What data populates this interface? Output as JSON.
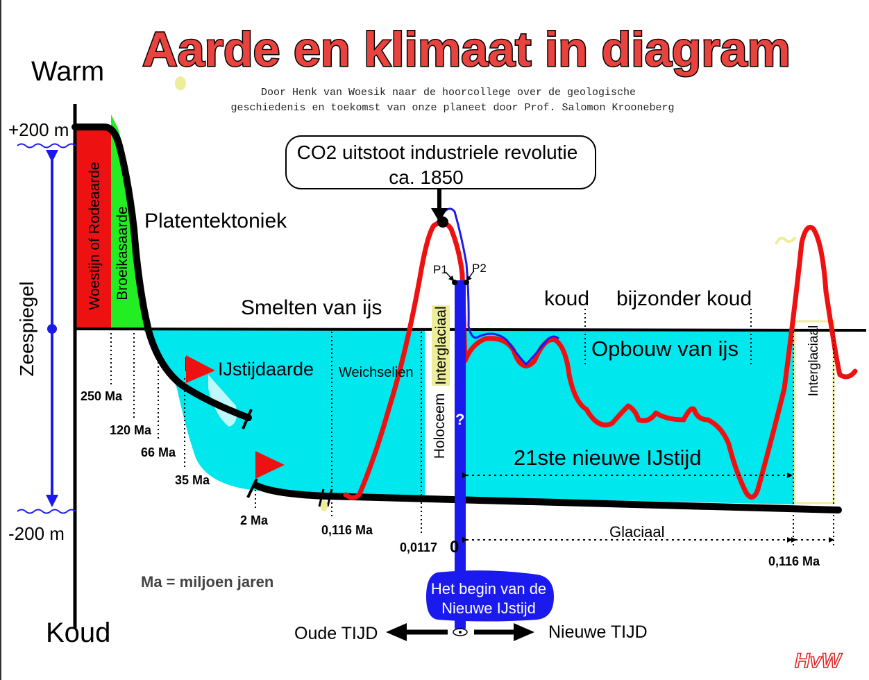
{
  "title": "Aarde en klimaat in diagram",
  "subtitle_line1": "Door Henk van Woesik naar de hoorcollege over de geologische",
  "subtitle_line2": "geschiedenis en toekomst van onze planeet door Prof. Salomon Krooneberg",
  "axis": {
    "warm": "Warm",
    "koud": "Koud",
    "plus200": "+200 m",
    "minus200": "-200 m",
    "zeespiegel": "Zeespiegel"
  },
  "callout": {
    "line1": "CO2 uitstoot industriele revolutie",
    "line2": "ca. 1850"
  },
  "labels": {
    "woestijn": "Woestijn of Rodeaarde",
    "broeikas": "Broeikasaarde",
    "platentektoniek": "Platentektoniek",
    "smelten": "Smelten van ijs",
    "ijstijdaarde": "IJstijdaarde",
    "weichselien": "Weichselien",
    "interglaciaal_left": "Interglaciaal",
    "holoceem": "Holoceem",
    "interglaciaal_right": "Interglaciaal",
    "koud": "koud",
    "bijzonder_koud": "bijzonder koud",
    "opbouw": "Opbouw van ijs",
    "nieuwe_ijstijd": "21ste nieuwe IJstijd",
    "glaciaal": "Glaciaal",
    "p1": "P1",
    "p2": "P2",
    "question": "?",
    "zero": "0",
    "begin_line1": "Het begin van de",
    "begin_line2": "Nieuwe IJstijd",
    "oude_tijd": "Oude TIJD",
    "nieuwe_tijd": "Nieuwe TIJD",
    "ma_legend": "Ma = miljoen jaren",
    "signature": "HvW"
  },
  "time_marks": [
    "250 Ma",
    "120 Ma",
    "66 Ma",
    "35 Ma",
    "2 Ma",
    "0,116 Ma",
    "0,0117",
    "0,116 Ma"
  ],
  "colors": {
    "title_red": "#e8433f",
    "ice_cyan": "#00e8ee",
    "curve_red": "#ee1111",
    "desert_red": "#ee1111",
    "greenhouse_green": "#22ee22",
    "axis_blue": "#1a1aee",
    "present_blue": "#1a1aee",
    "interglacial_bg": "#eded9a"
  }
}
